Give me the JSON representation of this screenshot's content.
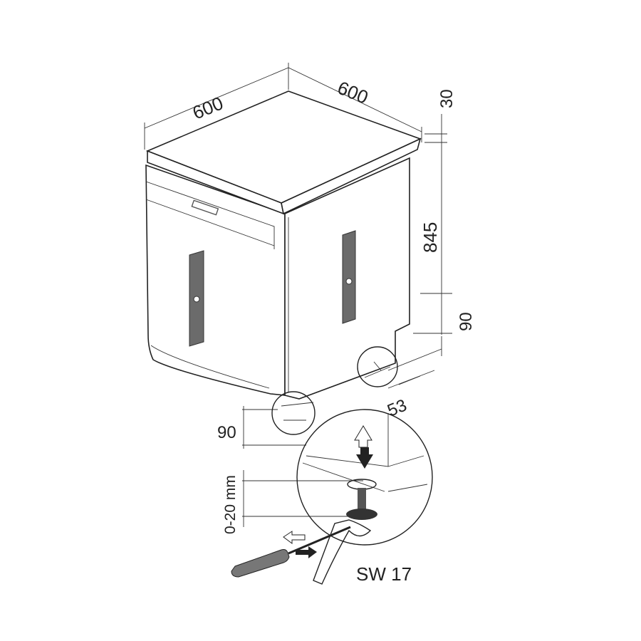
{
  "dimensions": {
    "width_left": "600",
    "depth_right": "600",
    "top_thickness": "30",
    "body_height": "845",
    "plinth_right": "90",
    "recess_depth": "53",
    "plinth_front": "90",
    "foot_adjust": "0-20 mm"
  },
  "tool_label": "SW 17",
  "colors": {
    "line": "#222222",
    "handle": "#6b6b6b",
    "background": "#ffffff"
  }
}
